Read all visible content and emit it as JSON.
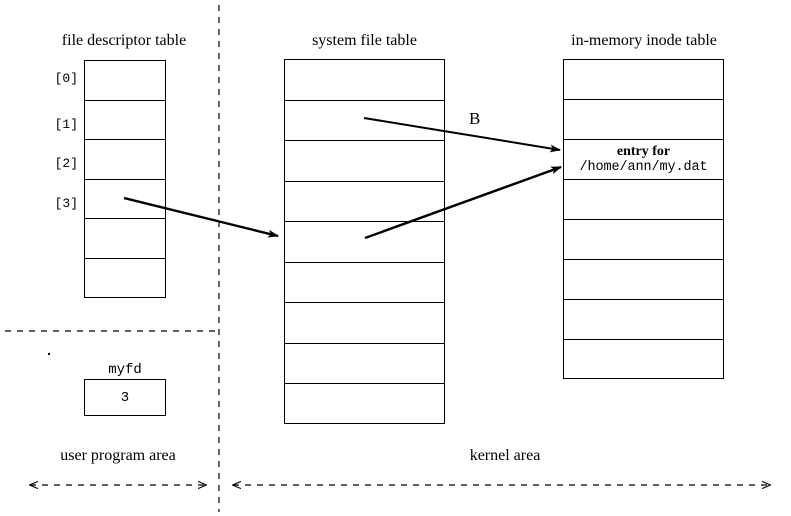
{
  "diagram": {
    "title_fd_table": "file descriptor table",
    "title_sys_table": "system file table",
    "title_inode_table": "in-memory inode table",
    "fd_table": {
      "index_labels": [
        "[0]",
        "[1]",
        "[2]",
        "[3]"
      ],
      "row_count": 6,
      "rows": [
        "",
        "",
        "",
        "",
        "",
        ""
      ]
    },
    "sys_file_table": {
      "row_count": 9,
      "rows": [
        "",
        "",
        "",
        "",
        "",
        "",
        "",
        "",
        ""
      ]
    },
    "inode_table": {
      "row_count": 8,
      "rows": [
        "",
        "",
        "",
        "",
        "",
        "",
        "",
        ""
      ],
      "entry_line1": "entry for",
      "entry_line2": "/home/ann/my.dat",
      "entry_row_index": 2
    },
    "variable": {
      "name": "myfd",
      "value": "3"
    },
    "arrow_label_b": "B",
    "area_user": "user program area",
    "area_kernel": "kernel area",
    "colors": {
      "line": "#000000",
      "background": "#ffffff"
    }
  }
}
